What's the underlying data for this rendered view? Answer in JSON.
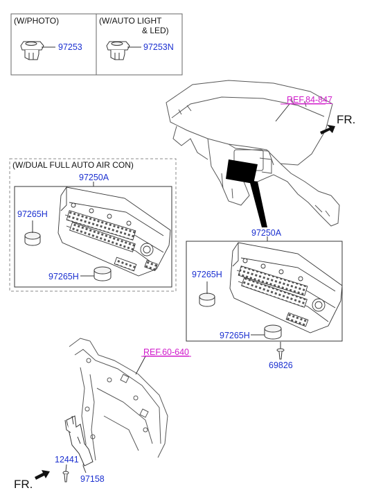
{
  "variant_box_1": {
    "title": "(W/PHOTO)",
    "part": "97253"
  },
  "variant_box_2": {
    "title_line1": "(W/AUTO LIGHT",
    "title_line2": "& LED)",
    "part": "97253N"
  },
  "refs": {
    "dash": "REF.84-847",
    "frame": "REF.60-640"
  },
  "fr_label": "FR.",
  "dual_box": {
    "title": "(W/DUAL FULL AUTO AIR CON)",
    "assembly": "97250A",
    "knob_top": "97265H",
    "knob_bottom": "97265H"
  },
  "main_box": {
    "assembly": "97250A",
    "knob_top": "97265H",
    "knob_bottom": "97265H"
  },
  "screw": "69826",
  "bracket": {
    "bolt": "12441",
    "part": "97158"
  },
  "colors": {
    "part_number": "#1a2fd0",
    "reference": "#d01acb",
    "line": "#333333"
  }
}
